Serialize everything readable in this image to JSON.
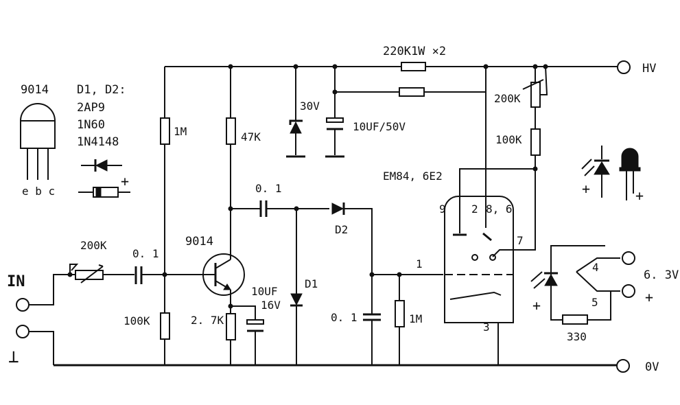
{
  "labels": {
    "hv": "HV",
    "zero_v": "0V",
    "in": "IN",
    "r_220k_note": "220K1W ×2",
    "pot_200k_top": "200K",
    "r_100k_top": "100K",
    "zener_30v": "30V",
    "cap_10uf_50v": "10UF/50V",
    "tube_name": "EM84, 6E2",
    "pin_9": "9",
    "pin_2": "2",
    "pin_8_6": "8, 6",
    "pin_7": "7",
    "pin_1": "1",
    "pin_3": "3",
    "pin_4": "4",
    "pin_5": "5",
    "r_1m_top": "1M",
    "r_47k": "47K",
    "c_01_top": "0. 1",
    "d2": "D2",
    "d1": "D1",
    "transistor": "9014",
    "pot_200k_in": "200K",
    "c_01_in": "0. 1",
    "r_100k_bottom": "100K",
    "r_27k": "2. 7K",
    "cap_10uf": "10UF",
    "cap_16v": "16V",
    "c_01_grid": "0. 1",
    "r_1m_grid": "1M",
    "r_330": "330",
    "v_63": "6. 3V",
    "plus": "+",
    "ground_symbol": "⊥"
  },
  "legend": {
    "part_9014": "9014",
    "pins": "e b c",
    "diodes_title": "D1, D2:",
    "diode_1": "2AP9",
    "diode_2": "1N60",
    "diode_3": "1N4148",
    "plus": "+"
  },
  "led": {
    "plus": "+"
  }
}
